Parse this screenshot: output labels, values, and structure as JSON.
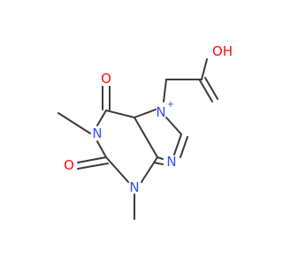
{
  "molecule": {
    "colors": {
      "bond": "#3b3b3b",
      "oxygen": "#ff0d0d",
      "nitrogen": "#3050f8"
    },
    "labels": {
      "oxygen_top": "O",
      "hydroxyl": "OH",
      "carbonyl_top": "O",
      "carbonyl_left": "O",
      "n_charged": "N",
      "charge": "+",
      "n_left": "N",
      "n_bottom": "N",
      "n_imidazole": "N"
    }
  }
}
